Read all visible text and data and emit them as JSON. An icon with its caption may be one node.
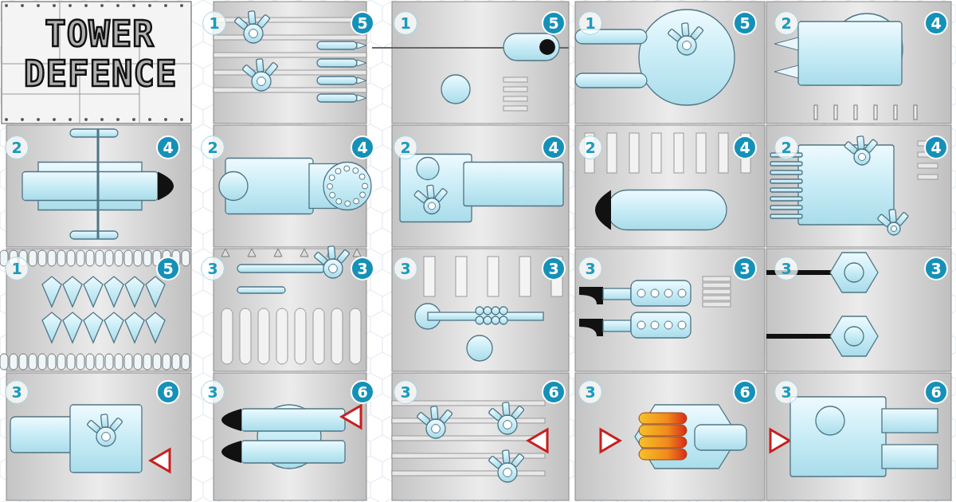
{
  "diagram": {
    "title": "TOWER DEFENCE",
    "labels": [
      "1",
      "5",
      "1",
      "5",
      "1",
      "5",
      "2",
      "4",
      "2",
      "4",
      "2",
      "4",
      "2",
      "4",
      "2",
      "4",
      "2",
      "4",
      "1",
      "5",
      "3",
      "3",
      "3",
      "3",
      "3",
      "3",
      "3",
      "3",
      "3",
      "6",
      "3",
      "6",
      "3",
      "6",
      "3",
      "6",
      "3",
      "6"
    ]
  }
}
